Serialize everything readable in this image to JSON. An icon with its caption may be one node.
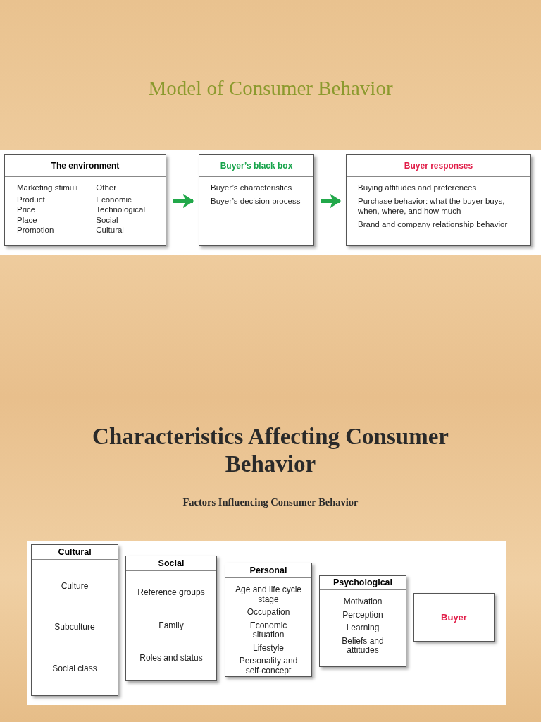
{
  "diagram": {
    "title": "Model of Consumer Behavior",
    "nodes": [
      {
        "text": [
          "The environment",
          "Marketing stimuli",
          "Product",
          "Price",
          "Place",
          "Promotion",
          "Other",
          "Economic",
          "Technological",
          "Social",
          "Cultural"
        ]
      },
      {
        "text": [
          "Buyer’s black box",
          "Buyer’s characteristics",
          "Buyer’s decision process"
        ]
      },
      {
        "text": [
          "Buyer responses",
          "Buying attitudes and preferences",
          "Purchase behavior: what the buyer buys, when, where, and how much",
          "Brand and company relationship behavior"
        ]
      },
      {
        "text": [
          "Cultural",
          "Culture",
          "Subculture",
          "Social class"
        ]
      },
      {
        "text": [
          "Social",
          "Reference groups",
          "Family",
          "Roles and status"
        ]
      },
      {
        "text": [
          "Personal",
          "Age and life cycle stage",
          "Occupation",
          "Economic situation",
          "Lifestyle",
          "Personality and self-concept"
        ]
      },
      {
        "text": [
          "Psychological",
          "Motivation",
          "Perception",
          "Learning",
          "Beliefs and attitudes"
        ]
      },
      {
        "text": [
          "Buyer"
        ]
      }
    ],
    "edges": [
      {
        "from": 0,
        "to": 1,
        "arrow": "to"
      },
      {
        "from": 1,
        "to": 2,
        "arrow": "to"
      }
    ],
    "labels": [
      "Characteristics Affecting Consumer Behavior",
      "Factors Influencing Consumer Behavior"
    ]
  }
}
